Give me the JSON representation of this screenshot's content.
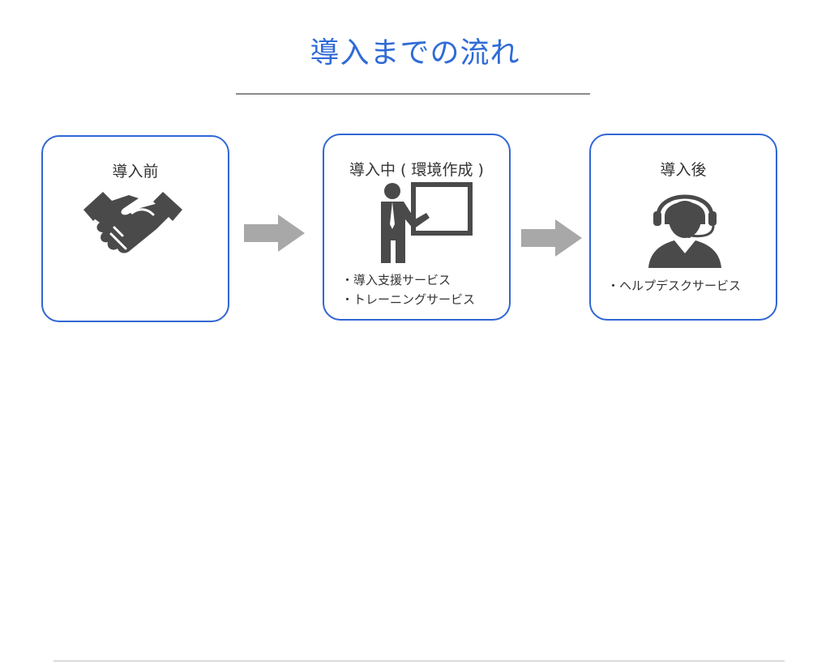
{
  "title": "導入までの流れ",
  "colors": {
    "accent": "#2f6bd6",
    "border": "#3066d4",
    "icon": "#4a4a4a",
    "arrow": "#a8a8a8"
  },
  "steps": [
    {
      "label": "導入前",
      "icon": "handshake-icon",
      "bullets": []
    },
    {
      "label": "導入中 ( 環境作成 )",
      "icon": "presenter-icon",
      "bullets": [
        "導入支援サービス",
        "トレーニングサービス"
      ]
    },
    {
      "label": "導入後",
      "icon": "headset-operator-icon",
      "bullets": [
        "ヘルプデスクサービス"
      ]
    }
  ],
  "connectors": [
    "right-arrow-icon",
    "right-arrow-icon"
  ]
}
